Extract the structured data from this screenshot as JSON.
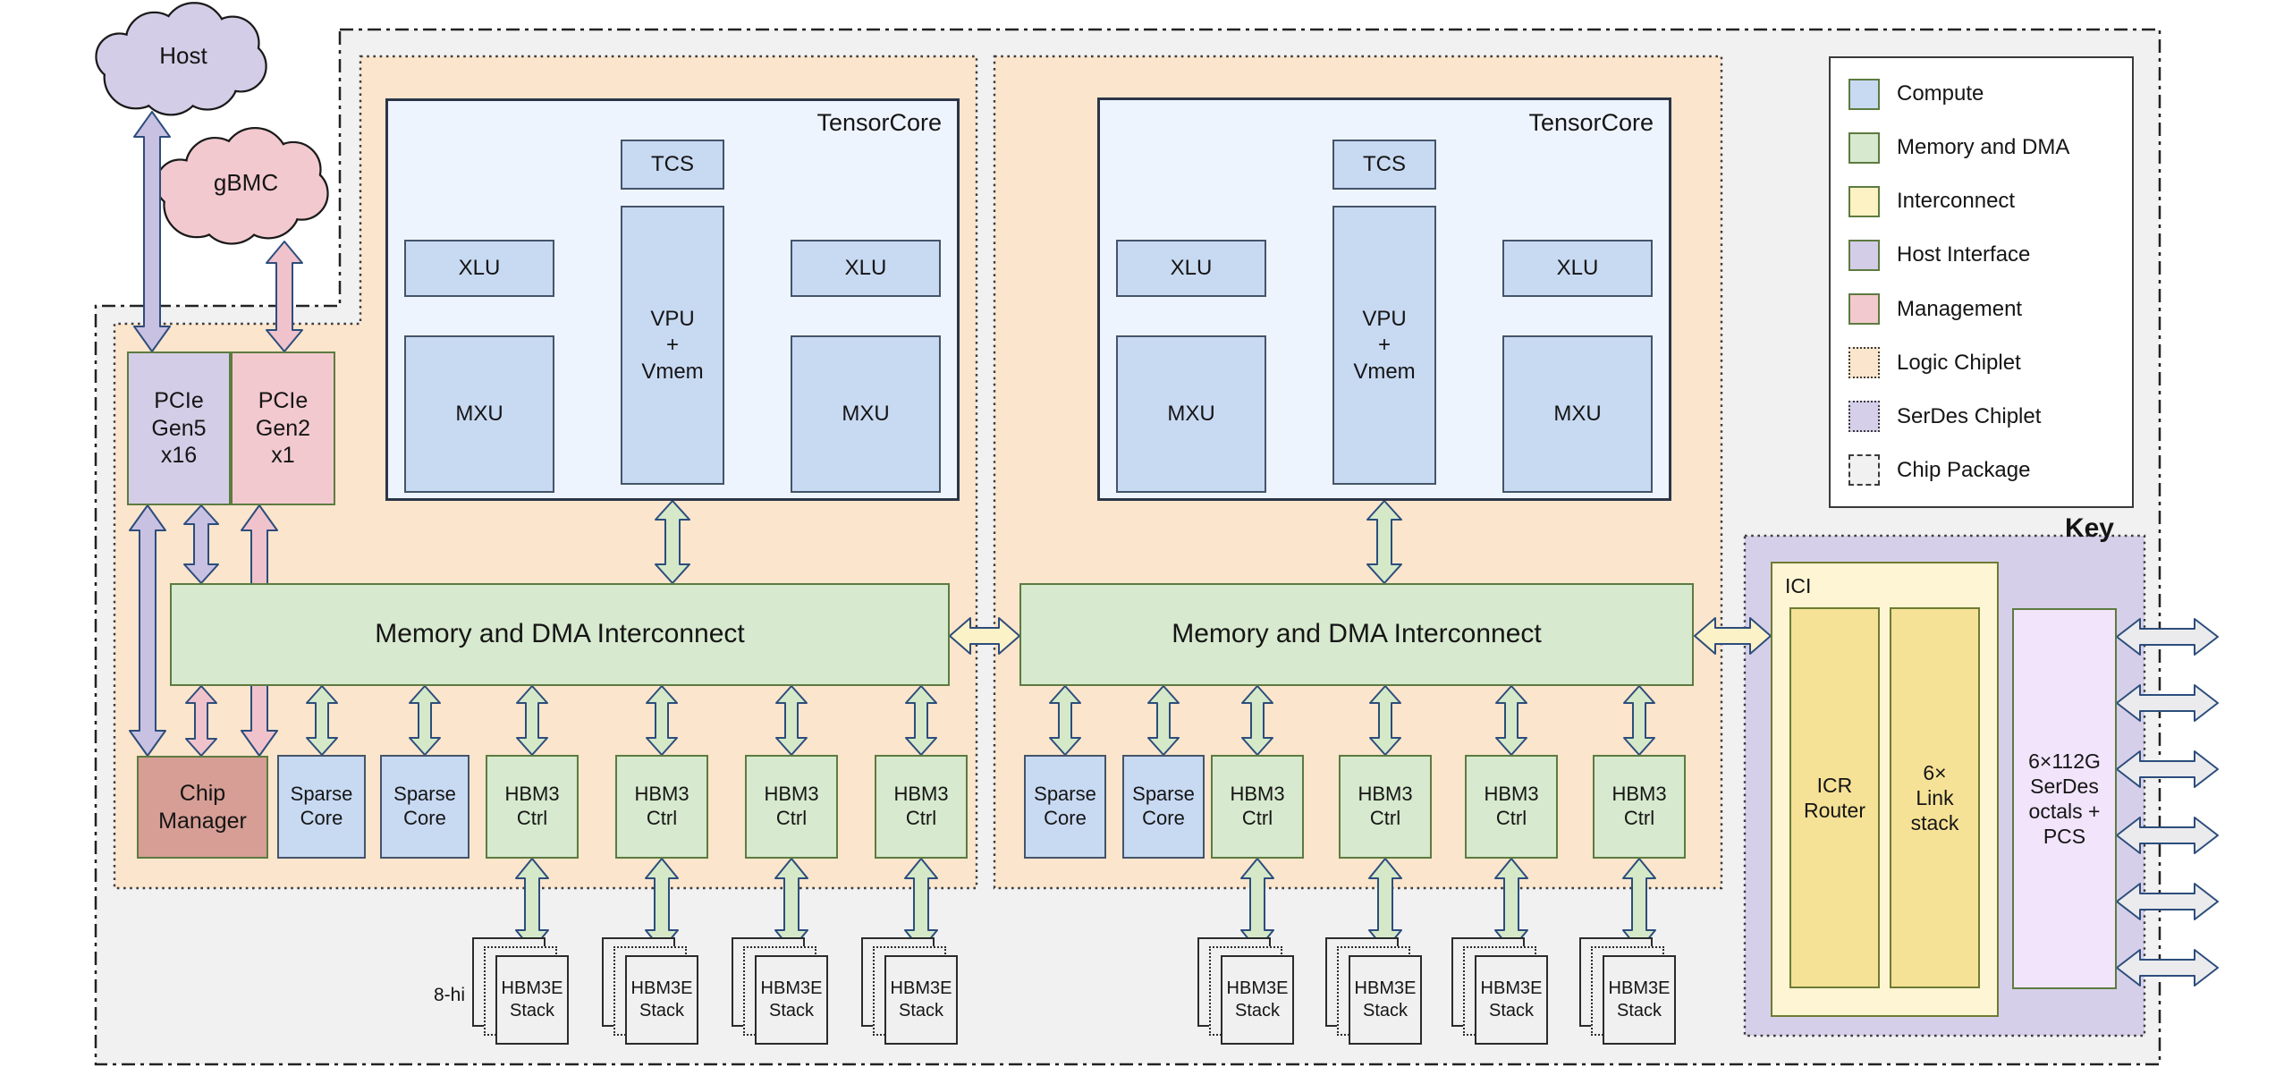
{
  "clouds": {
    "host": "Host",
    "gbmc": "gBMC"
  },
  "pcie": {
    "gen5": "PCIe\nGen5\nx16",
    "gen2": "PCIe\nGen2\nx1"
  },
  "tensorcore": {
    "title": "TensorCore",
    "tcs": "TCS",
    "xlu": "XLU",
    "vpu": "VPU\n+\nVmem",
    "mxu": "MXU"
  },
  "interconnect_bar": {
    "label": "Memory and DMA Interconnect"
  },
  "bottom_row": {
    "chip_manager": "Chip\nManager",
    "sparse_core": "Sparse\nCore",
    "hbm_ctrl": "HBM3\nCtrl"
  },
  "hbm_stack": {
    "label": "HBM3E\nStack",
    "height_label": "8-hi"
  },
  "ici": {
    "title": "ICI",
    "icr_router": "ICR\nRouter",
    "link_stack": "6×\nLink\nstack"
  },
  "serdes": {
    "label": "6×112G\nSerDes\noctals +\nPCS"
  },
  "legend": {
    "title": "Key",
    "items": [
      {
        "label": "Compute",
        "color": "#c8d9f2",
        "border": "solid"
      },
      {
        "label": "Memory and DMA",
        "color": "#d7e9ce",
        "border": "solid"
      },
      {
        "label": "Interconnect",
        "color": "#fdf2c4",
        "border": "solid"
      },
      {
        "label": "Host Interface",
        "color": "#d4cde7",
        "border": "solid"
      },
      {
        "label": "Management",
        "color": "#f2c9cf",
        "border": "solid"
      },
      {
        "label": "Logic Chiplet",
        "color": "#fbe5cc",
        "border": "dotted"
      },
      {
        "label": "SerDes Chiplet",
        "color": "#d6cfe9",
        "border": "dotted"
      },
      {
        "label": "Chip Package",
        "color": "#f1f1f2",
        "border": "dash-dot"
      }
    ]
  },
  "colors": {
    "compute_blue": "#c8d9f2",
    "memory_green": "#d7e9ce",
    "interconnect_yellow": "#fdf2c4",
    "host_purple": "#d4cde7",
    "management_pink": "#f2c9cf",
    "chip_manager_red": "#d79e95",
    "logic_chiplet_orange": "#fbe5cc",
    "serdes_chiplet_purple": "#d6cfe9",
    "chip_package_grey": "#f1f1f2",
    "serdes_lavender": "#f1e4fb",
    "ici_yellow_outer": "#fdf5d3",
    "ici_yellow_inner": "#f6e296",
    "arrow_outline": "#2c4d7c",
    "arrow_purple": "#c9c1e2",
    "arrow_pink": "#f0c3cc",
    "arrow_green": "#d5e9c9",
    "arrow_blue": "#ccdaf2",
    "arrow_yellow": "#fbf2c8",
    "arrow_grey": "#ebebed"
  }
}
